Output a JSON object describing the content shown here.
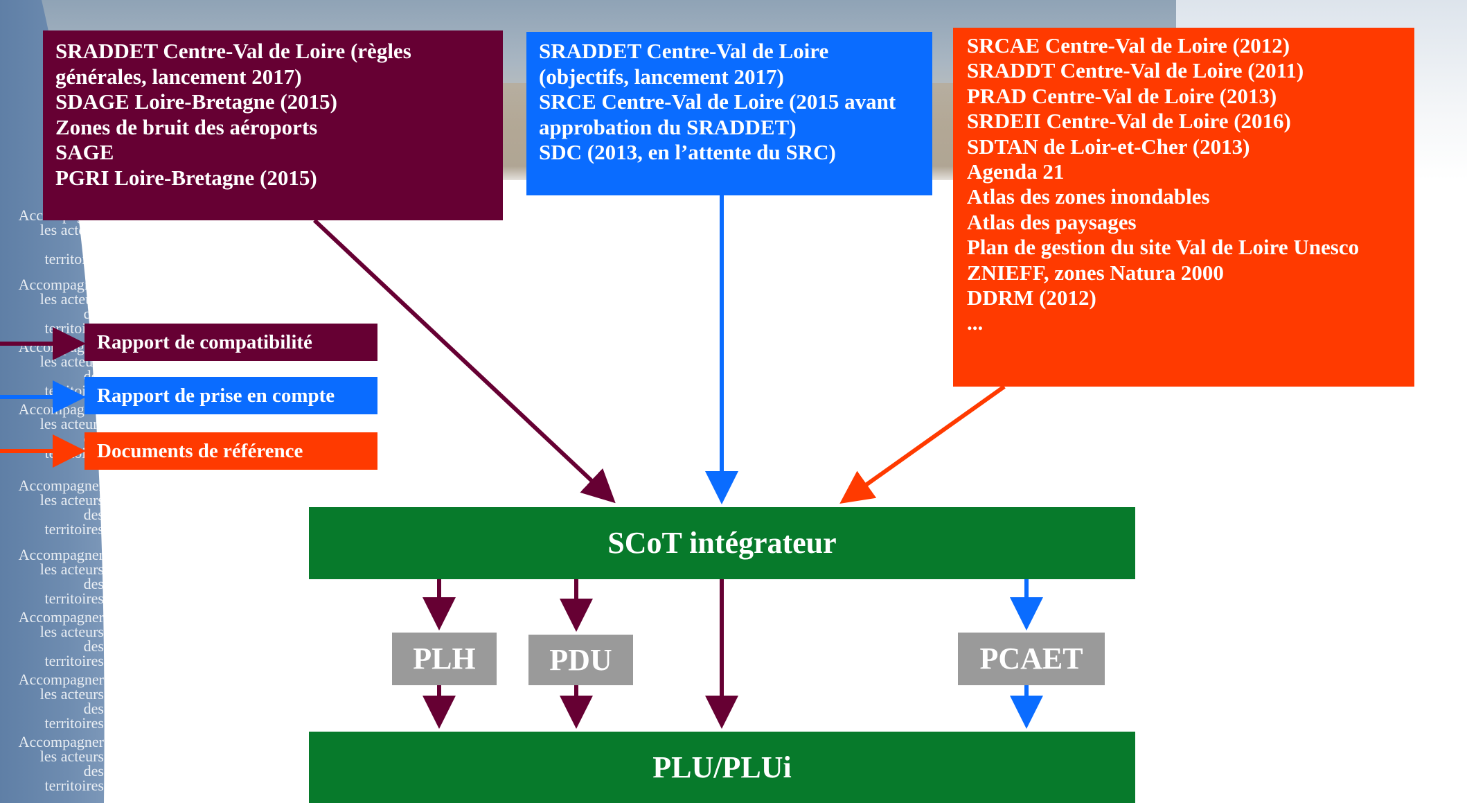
{
  "colors": {
    "compatibility": "#660033",
    "prise_en_compte": "#0a6cff",
    "reference": "#ff3a00",
    "green": "#077a2b",
    "grey": "#9a9a9a"
  },
  "watermark": {
    "lines": [
      "Accompagner",
      "les acteurs",
      "des",
      "territoires"
    ]
  },
  "boxes": {
    "left_lines": [
      "SRADDET Centre-Val de Loire (règles",
      "générales, lancement 2017)",
      "SDAGE Loire-Bretagne (2015)",
      "Zones de bruit des aéroports",
      "SAGE",
      "PGRI Loire-Bretagne (2015)"
    ],
    "mid_lines": [
      "SRADDET Centre-Val de Loire",
      "(objectifs,  lancement 2017)",
      "SRCE Centre-Val de Loire (2015 avant",
      "approbation du SRADDET)",
      "SDC (2013, en l’attente du SRC)"
    ],
    "right_lines": [
      "SRCAE Centre-Val de Loire (2012)",
      "SRADDT Centre-Val de Loire (2011)",
      "PRAD Centre-Val de Loire (2013)",
      "SRDEII Centre-Val de Loire (2016)",
      "SDTAN de Loir-et-Cher (2013)",
      "Agenda 21",
      "Atlas des zones inondables",
      "Atlas des paysages",
      "Plan de gestion du site Val de Loire Unesco",
      "ZNIEFF, zones Natura 2000",
      "DDRM (2012)",
      "..."
    ]
  },
  "legend": {
    "compatibility": "Rapport de compatibilité",
    "prise_en_compte": "Rapport de prise en compte",
    "reference": "Documents de référence"
  },
  "nodes": {
    "scot": "SCoT intégrateur",
    "plh": "PLH",
    "pdu": "PDU",
    "pcaet": "PCAET",
    "plu": "PLU/PLUi"
  }
}
